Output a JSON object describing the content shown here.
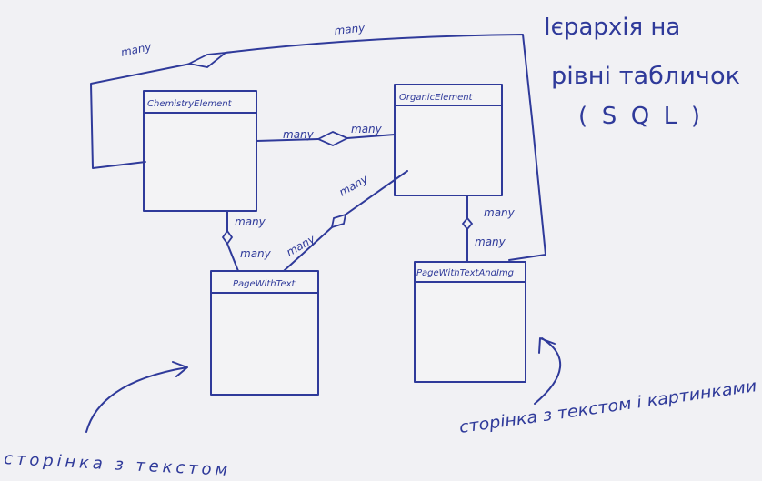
{
  "title": {
    "line1": "Ієрархія на",
    "line2": "рівні табличок",
    "line3": "(SQL)"
  },
  "classes": {
    "chem": "ChemistryElement",
    "organic": "OrganicElement",
    "page_text": "PageWithText",
    "page_img": "PageWithTextAndImg"
  },
  "labels": {
    "top_many_left": "many",
    "top_many_right": "many",
    "chem_org_left": "many",
    "chem_org_right": "many",
    "chem_page_top": "many",
    "chem_page_bottom": "many",
    "org_pagetext_top": "many",
    "org_pagetext_bottom": "many",
    "org_img_top": "many",
    "org_img_bottom": "many"
  },
  "captions": {
    "left": "сторінка з текстом",
    "right": "сторінка з текстом і картинками"
  },
  "colors": {
    "ink": "#2f3a9a",
    "paper": "#f1f1f4"
  }
}
